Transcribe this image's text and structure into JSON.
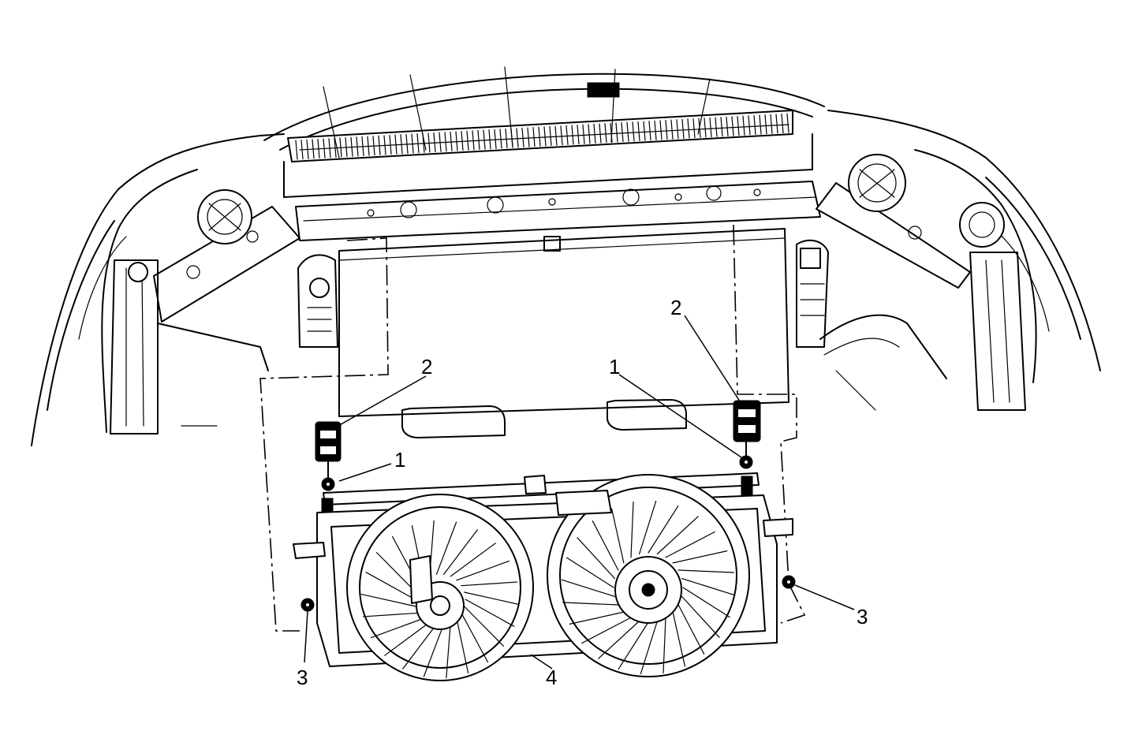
{
  "callouts": {
    "c1_left": "1",
    "c1_right": "1",
    "c2_left": "2",
    "c2_right": "2",
    "c3_left": "3",
    "c3_right": "3",
    "c4": "4"
  }
}
